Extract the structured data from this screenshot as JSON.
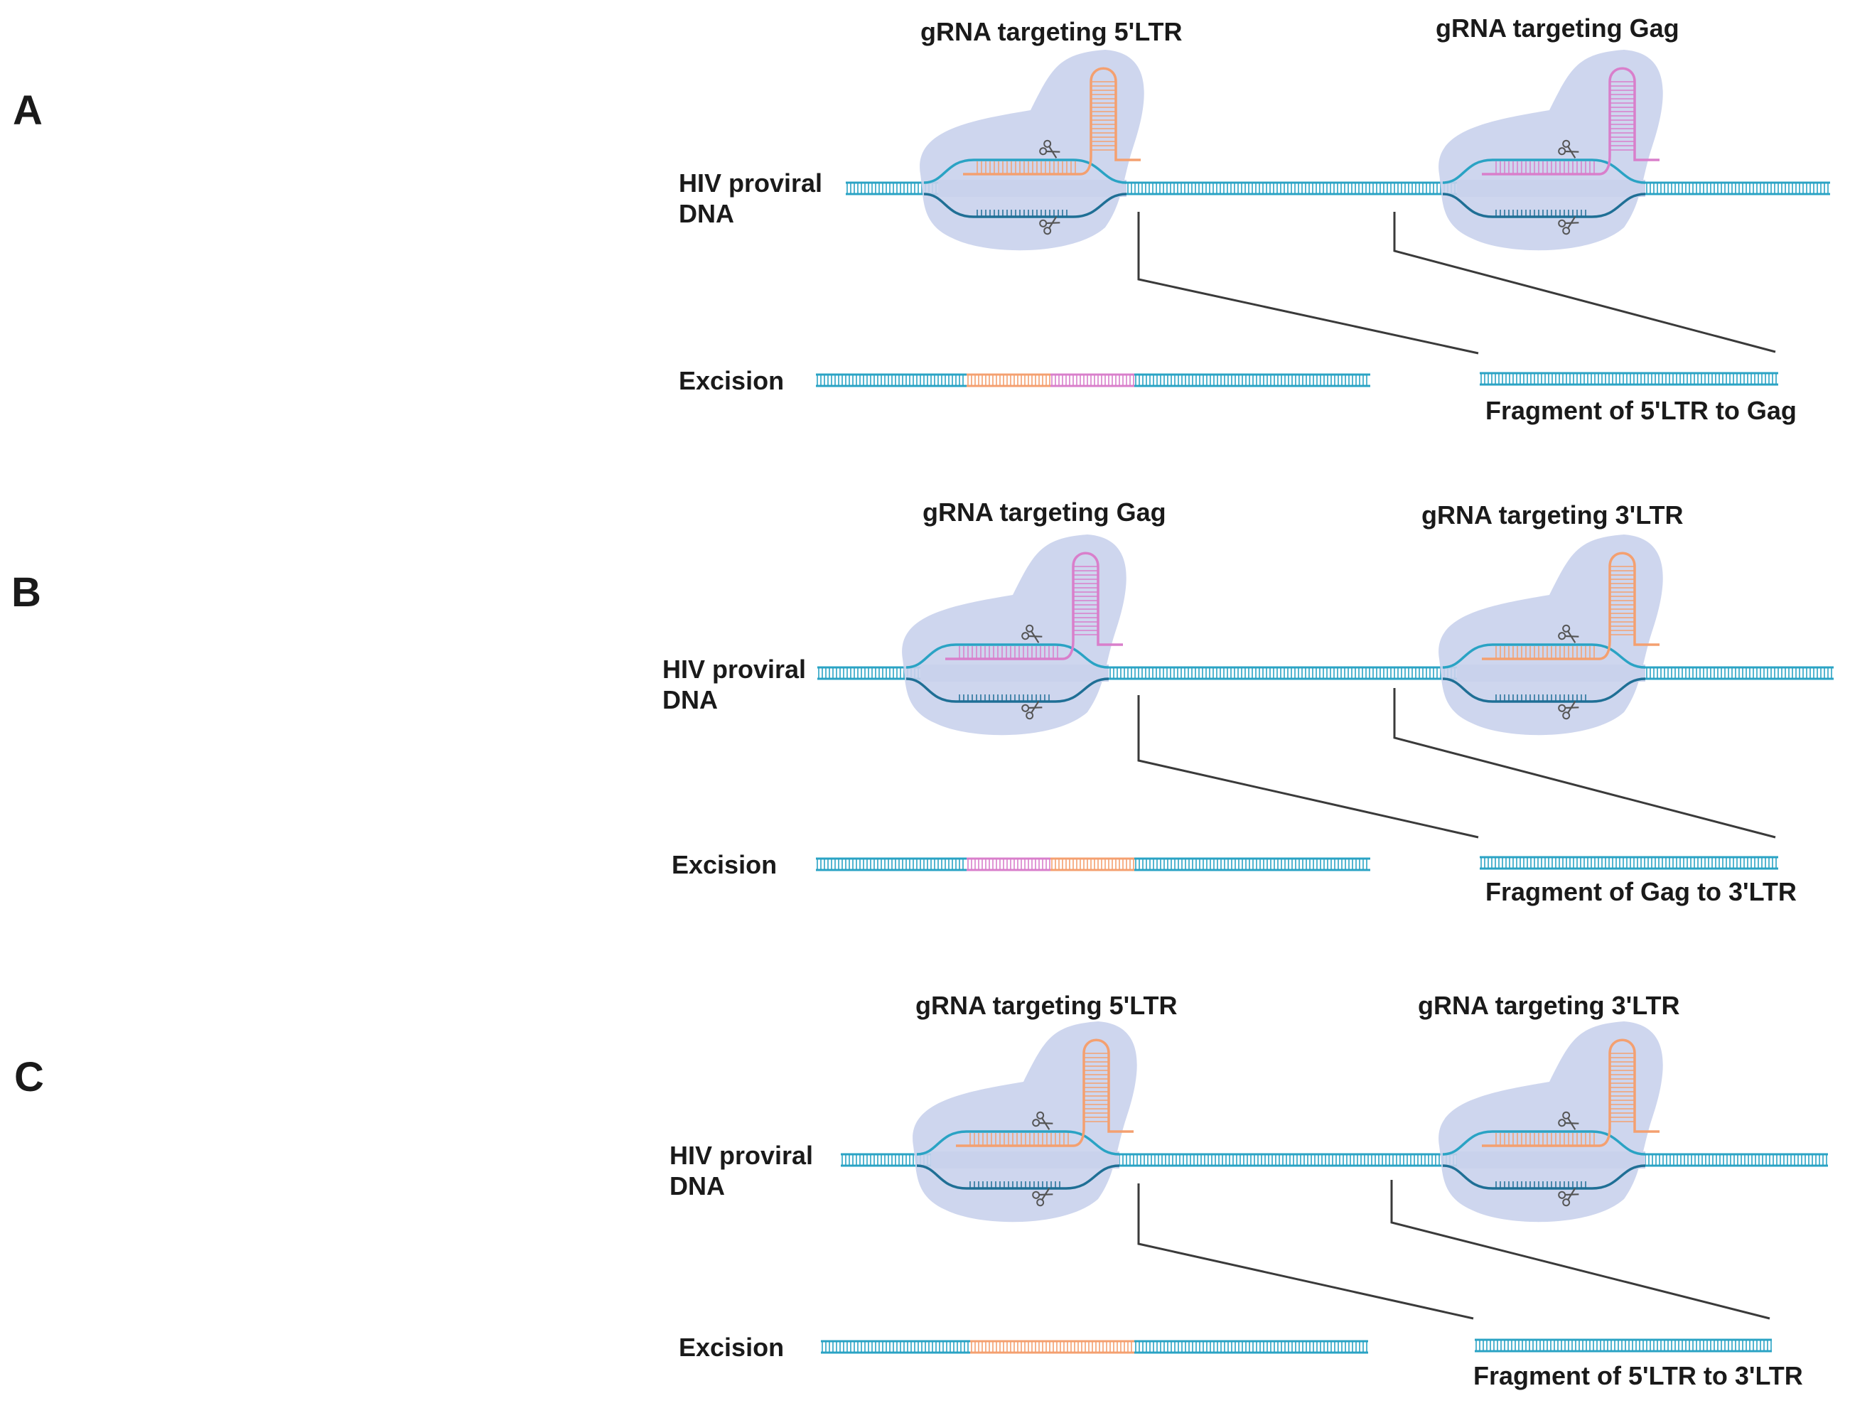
{
  "colors": {
    "dna": "#2aa3c4",
    "dna_dark": "#1f6f95",
    "ltr_segment": "#f4a070",
    "gag_segment": "#d97fcb",
    "protein_blob": "#c9d2ec",
    "callout_line": "#3a3a3a",
    "scissors": "#555555"
  },
  "icons": {
    "cut_marker": "scissors-icon"
  },
  "panels": [
    {
      "letter": "A",
      "dna_label_line1": "HIV proviral",
      "dna_label_line2": "DNA",
      "grna_left_label": "gRNA targeting 5'LTR",
      "grna_left_target": "ltr",
      "grna_right_label": "gRNA targeting Gag",
      "grna_right_target": "gag",
      "excision_label": "Excision",
      "excision_segments": [
        "ltr",
        "gag"
      ],
      "fragment_label": "Fragment of 5'LTR to Gag"
    },
    {
      "letter": "B",
      "dna_label_line1": "HIV proviral",
      "dna_label_line2": "DNA",
      "grna_left_label": "gRNA targeting Gag",
      "grna_left_target": "gag",
      "grna_right_label": "gRNA targeting 3'LTR",
      "grna_right_target": "ltr",
      "excision_label": "Excision",
      "excision_segments": [
        "gag",
        "ltr"
      ],
      "fragment_label": "Fragment of Gag to 3'LTR"
    },
    {
      "letter": "C",
      "dna_label_line1": "HIV proviral",
      "dna_label_line2": "DNA",
      "grna_left_label": "gRNA targeting 5'LTR",
      "grna_left_target": "ltr",
      "grna_right_label": "gRNA targeting 3'LTR",
      "grna_right_target": "ltr",
      "excision_label": "Excision",
      "excision_segments": [
        "ltr"
      ],
      "fragment_label": "Fragment of 5'LTR to 3'LTR"
    }
  ]
}
